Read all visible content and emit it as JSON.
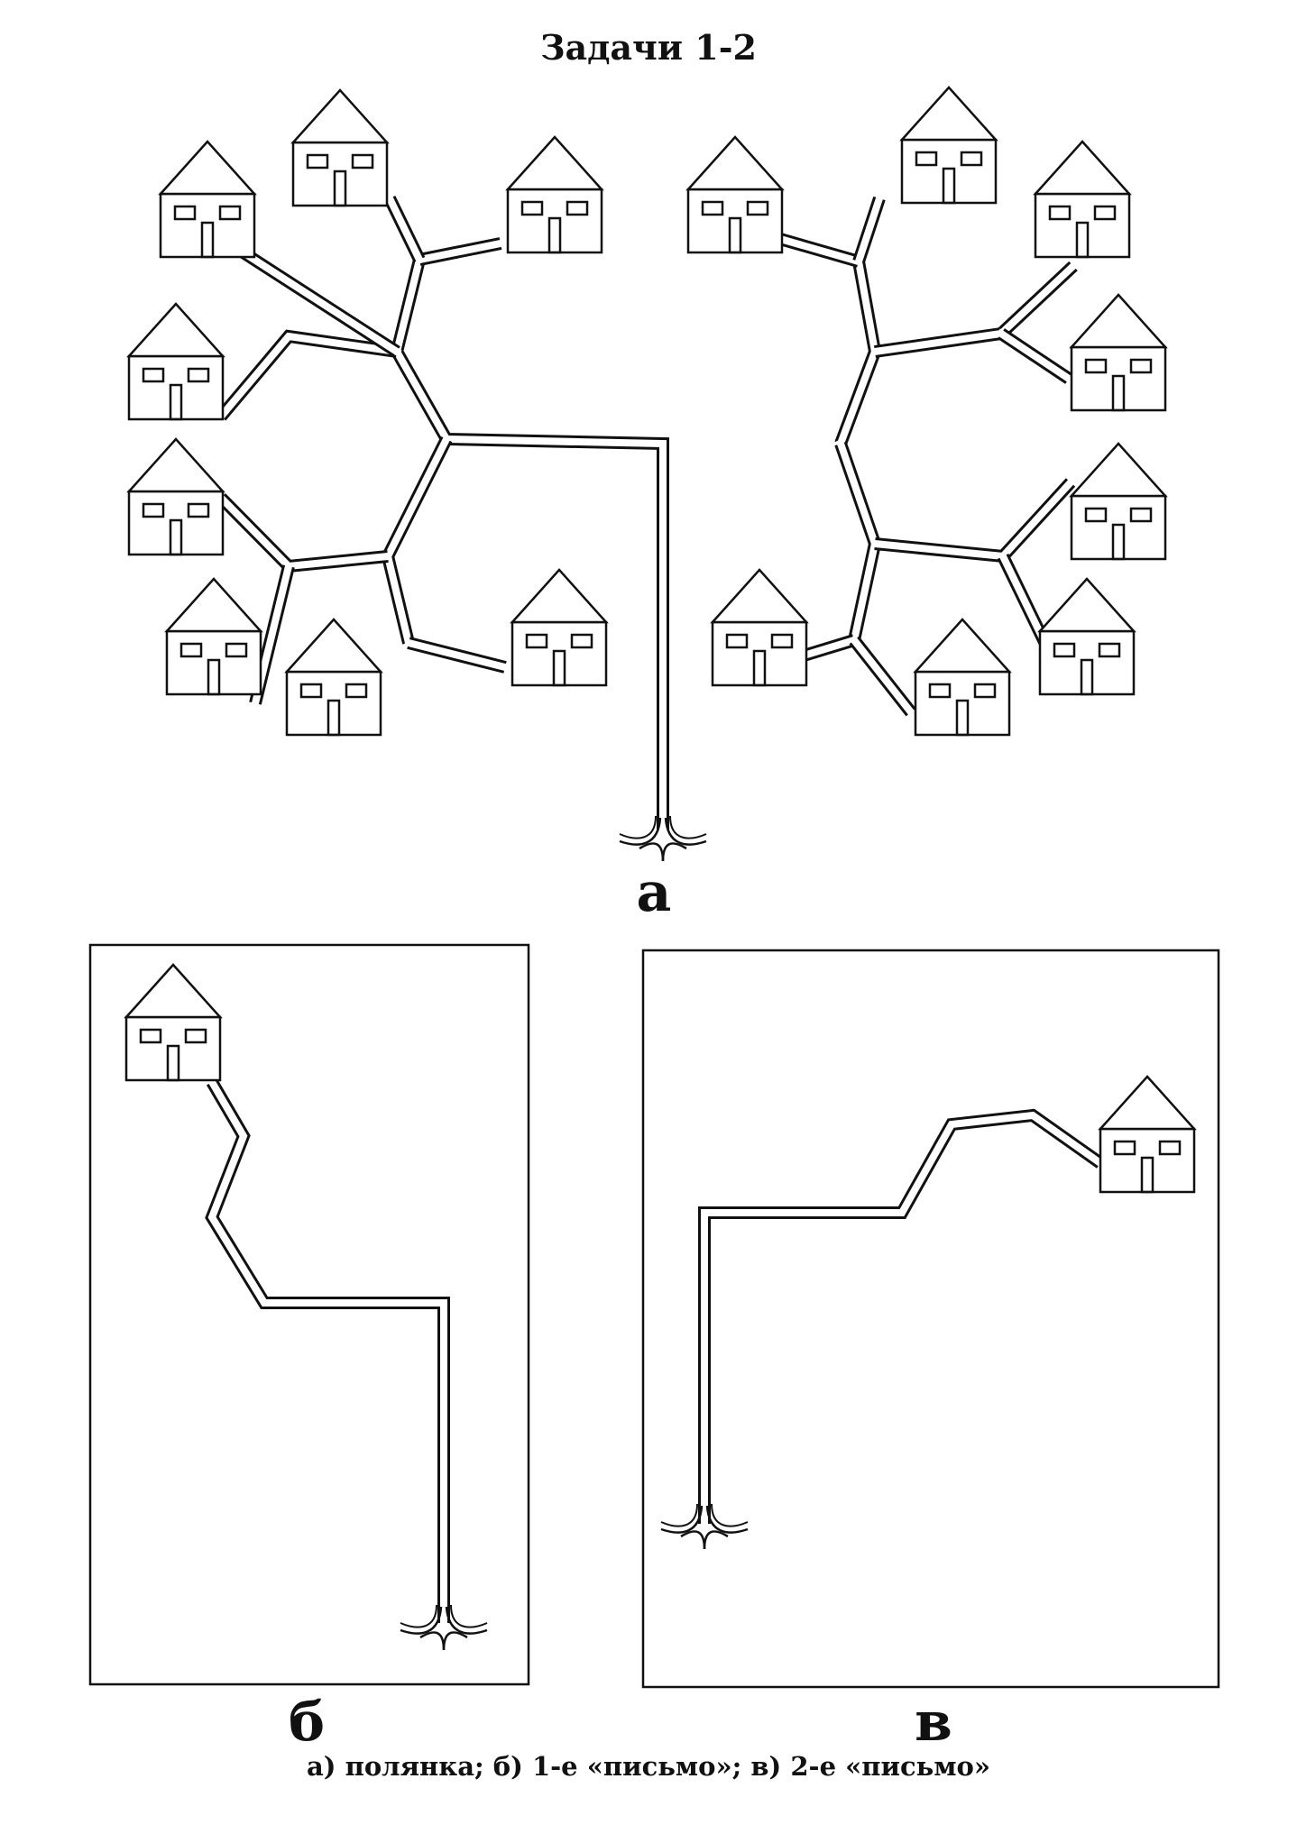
{
  "title": "Задачи 1-2",
  "panels": [
    {
      "id": "a",
      "label": "а"
    },
    {
      "id": "b",
      "label": "б"
    },
    {
      "id": "v",
      "label": "в"
    }
  ],
  "caption": "а) полянка; б) 1-е «письмо»; в) 2-е «письмо»",
  "colors": {
    "ink": "#111111",
    "paper": "#ffffff"
  },
  "icons": [
    "house-icon",
    "arrow-fork-icon"
  ]
}
